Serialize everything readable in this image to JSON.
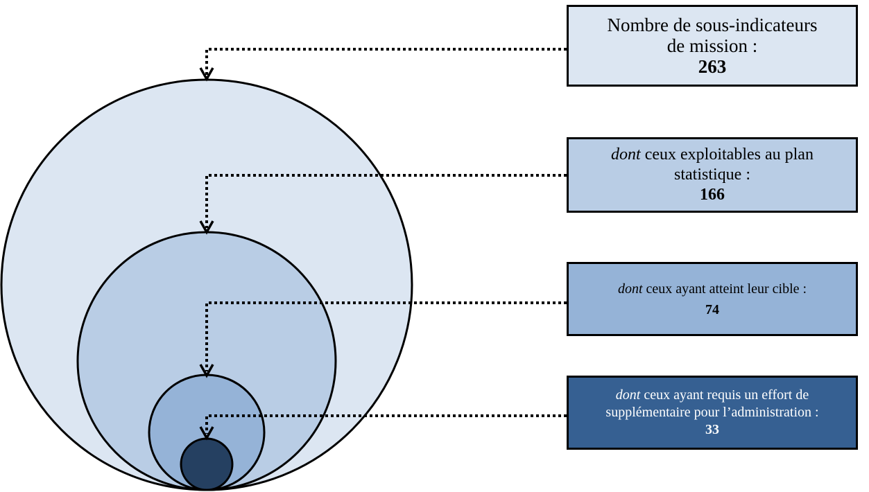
{
  "colors": {
    "level1": "#dce6f2",
    "level2": "#b9cde5",
    "level3": "#95b3d7",
    "level4_box": "#366092",
    "level4_circle": "#254061"
  },
  "boxes": [
    {
      "italic": "",
      "line1": "Nombre de sous-indicateurs",
      "line2": "de mission :",
      "value": "263"
    },
    {
      "italic": "dont",
      "line1": " ceux exploitables au plan",
      "line2": "statistique :",
      "value": "166"
    },
    {
      "italic": "dont",
      "line1": " ceux ayant atteint leur cible :",
      "line2": "",
      "value": "74"
    },
    {
      "italic": "dont",
      "line1": " ceux ayant requis un effort de",
      "line2": "supplémentaire pour l’administration :",
      "value": "33"
    }
  ]
}
